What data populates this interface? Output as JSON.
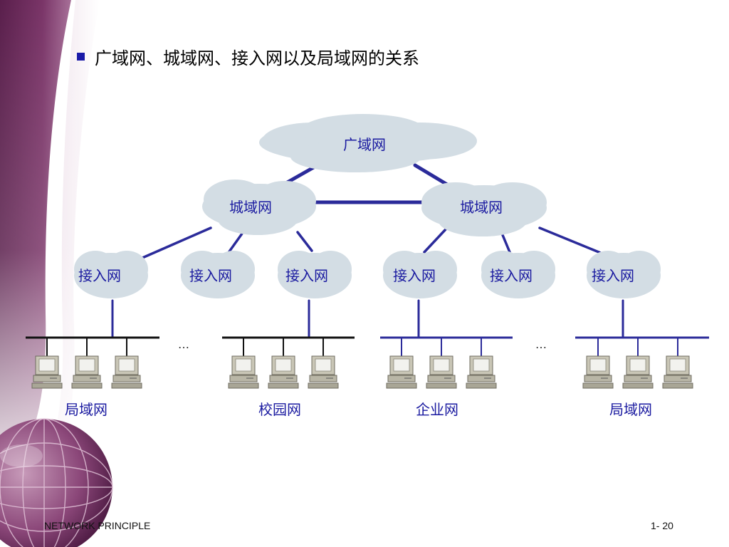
{
  "slide": {
    "title": "广域网、城域网、接入网以及局域网的关系",
    "footer_left": "NETWORK PRINCIPLE",
    "footer_right": "1- 20"
  },
  "diagram": {
    "wan_label": "广域网",
    "man_labels": [
      "城域网",
      "城域网"
    ],
    "access_labels": [
      "接入网",
      "接入网",
      "接入网",
      "接入网",
      "接入网",
      "接入网"
    ],
    "ellipsis": "…",
    "lan_labels": [
      "局域网",
      "校园网",
      "企业网",
      "局域网"
    ],
    "computers_per_lan": 3
  },
  "colors": {
    "accent": "#1a1aa8",
    "link": "#2b2b9a",
    "cloud": "#d3dde4",
    "bus_black": "#111111",
    "bus_blue": "#2b2b9a",
    "background_purple": "#6e2a5c"
  }
}
